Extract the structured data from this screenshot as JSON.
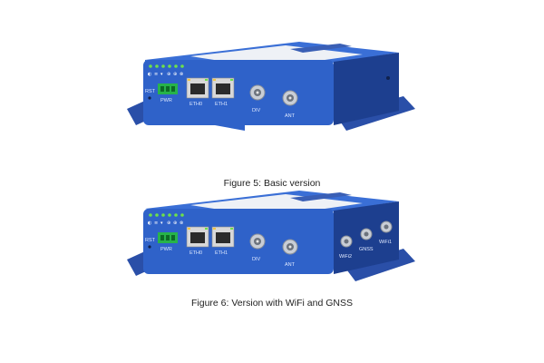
{
  "figures": [
    {
      "caption": "Figure 5: Basic version",
      "ports": {
        "rst": "RST",
        "pwr": "PWR",
        "eth0": "ETH0",
        "eth1": "ETH1",
        "div": "DIV",
        "ant": "ANT"
      },
      "led_glyphs": [
        "◐",
        "≡",
        "▾",
        "⊕",
        "⊕",
        "⊗"
      ]
    },
    {
      "caption": "Figure 6: Version with WiFi and GNSS",
      "ports": {
        "rst": "RST",
        "pwr": "PWR",
        "eth0": "ETH0",
        "eth1": "ETH1",
        "div": "DIV",
        "ant": "ANT",
        "wifi2": "WiFi2",
        "gnss": "GNSS",
        "wifi1": "WiFi1"
      },
      "led_glyphs": [
        "◐",
        "≡",
        "▾",
        "⊕",
        "⊕",
        "⊗"
      ]
    }
  ],
  "colors": {
    "body_blue": "#2f62c9",
    "body_dark": "#1d3f8f",
    "top_label": "#eef1f6",
    "led_green": "#6ee04a",
    "terminal_green": "#27b34a",
    "bracket": "#2a4fa8"
  }
}
